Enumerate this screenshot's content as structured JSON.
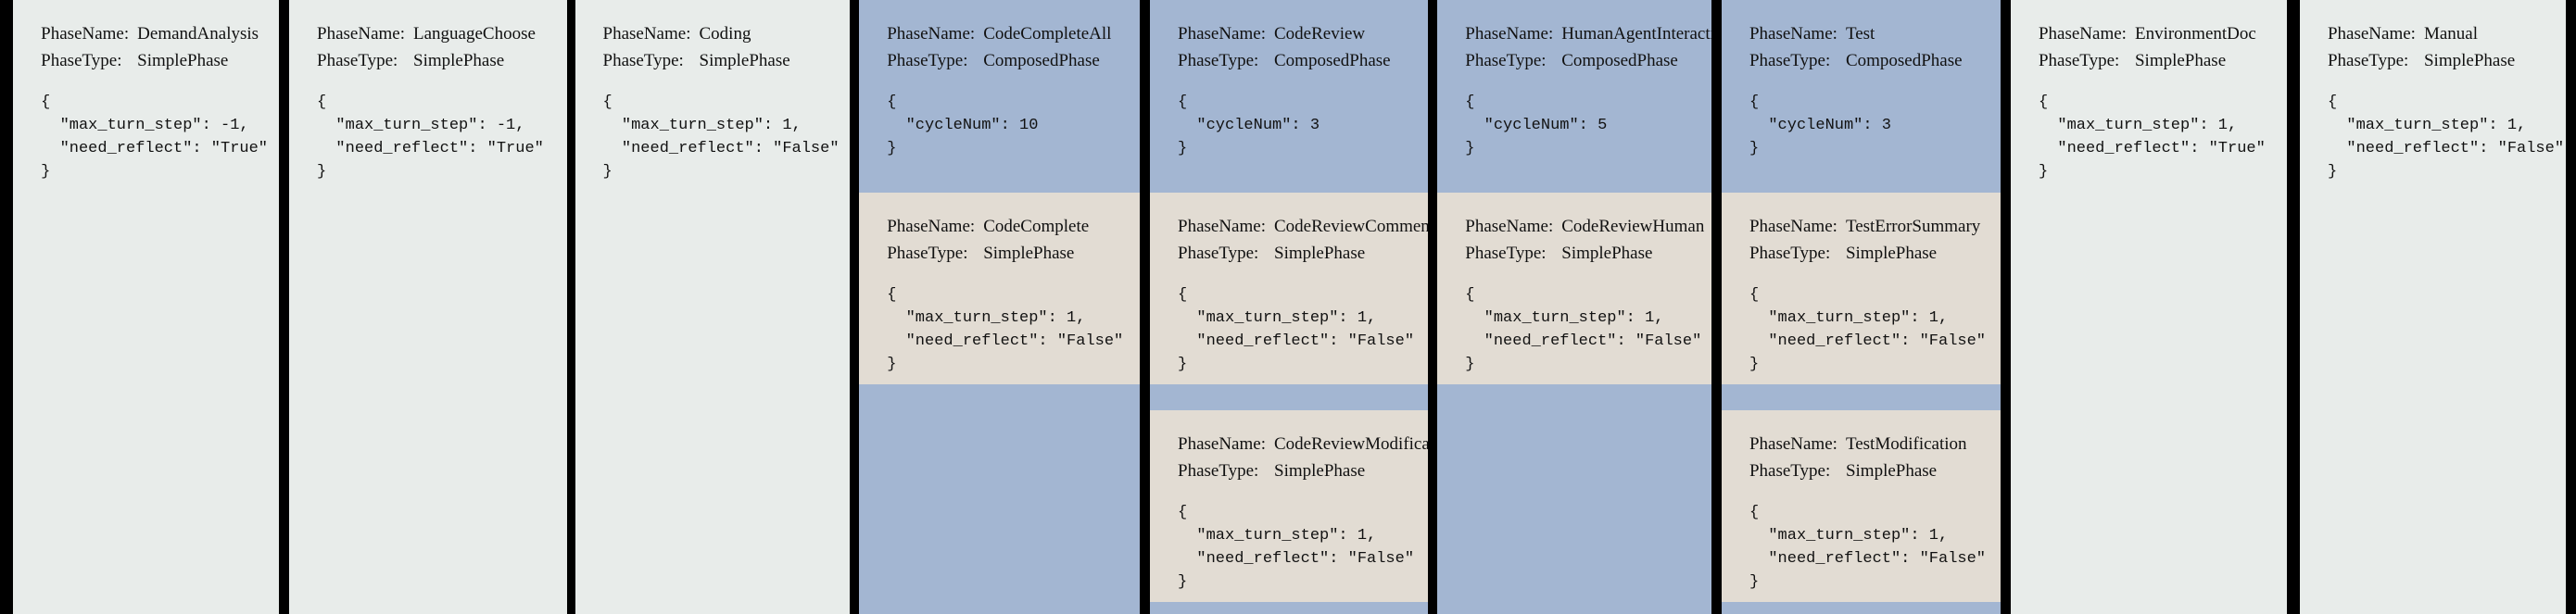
{
  "figure": {
    "background_color": "#000000",
    "simple_panel_color": "#e8ecea",
    "composed_panel_color": "#a3b6d2",
    "sub_phase_color": "#e2dcd3",
    "labels": {
      "phase_name": "PhaseName:",
      "phase_type": "PhaseType:"
    }
  },
  "panels": [
    {
      "id": "demand-analysis",
      "kind": "simple",
      "phase_name": "DemandAnalysis",
      "phase_type": "SimplePhase",
      "json": "{\n  \"max_turn_step\": -1,\n  \"need_reflect\": \"True\"\n}",
      "sub_phases": []
    },
    {
      "id": "language-choose",
      "kind": "simple",
      "phase_name": "LanguageChoose",
      "phase_type": "SimplePhase",
      "json": "{\n  \"max_turn_step\": -1,\n  \"need_reflect\": \"True\"\n}",
      "sub_phases": []
    },
    {
      "id": "coding",
      "kind": "simple",
      "phase_name": "Coding",
      "phase_type": "SimplePhase",
      "json": "{\n  \"max_turn_step\": 1,\n  \"need_reflect\": \"False\"\n}",
      "sub_phases": []
    },
    {
      "id": "code-complete-all",
      "kind": "composed",
      "phase_name": "CodeCompleteAll",
      "phase_type": "ComposedPhase",
      "json": "{\n  \"cycleNum\": 10\n}",
      "sub_phases": [
        {
          "id": "code-complete",
          "phase_name": "CodeComplete",
          "phase_type": "SimplePhase",
          "json": "{\n  \"max_turn_step\": 1,\n  \"need_reflect\": \"False\"\n}"
        }
      ]
    },
    {
      "id": "code-review",
      "kind": "composed",
      "phase_name": "CodeReview",
      "phase_type": "ComposedPhase",
      "json": "{\n  \"cycleNum\": 3\n}",
      "sub_phases": [
        {
          "id": "code-review-comment",
          "phase_name": "CodeReviewComment",
          "phase_type": "SimplePhase",
          "json": "{\n  \"max_turn_step\": 1,\n  \"need_reflect\": \"False\"\n}"
        },
        {
          "id": "code-review-modification",
          "phase_name": "CodeReviewModification",
          "phase_type": "SimplePhase",
          "json": "{\n  \"max_turn_step\": 1,\n  \"need_reflect\": \"False\"\n}"
        }
      ]
    },
    {
      "id": "human-agent-interaction",
      "kind": "composed",
      "phase_name": "HumanAgentInteraction",
      "phase_type": "ComposedPhase",
      "json": "{\n  \"cycleNum\": 5\n}",
      "sub_phases": [
        {
          "id": "code-review-human",
          "phase_name": "CodeReviewHuman",
          "phase_type": "SimplePhase",
          "json": "{\n  \"max_turn_step\": 1,\n  \"need_reflect\": \"False\"\n}"
        }
      ]
    },
    {
      "id": "test",
      "kind": "composed",
      "phase_name": "Test",
      "phase_type": "ComposedPhase",
      "json": "{\n  \"cycleNum\": 3\n}",
      "sub_phases": [
        {
          "id": "test-error-summary",
          "phase_name": "TestErrorSummary",
          "phase_type": "SimplePhase",
          "json": "{\n  \"max_turn_step\": 1,\n  \"need_reflect\": \"False\"\n}"
        },
        {
          "id": "test-modification",
          "phase_name": "TestModification",
          "phase_type": "SimplePhase",
          "json": "{\n  \"max_turn_step\": 1,\n  \"need_reflect\": \"False\"\n}"
        }
      ]
    },
    {
      "id": "environment-doc",
      "kind": "simple",
      "phase_name": "EnvironmentDoc",
      "phase_type": "SimplePhase",
      "json": "{\n  \"max_turn_step\": 1,\n  \"need_reflect\": \"True\"\n}",
      "sub_phases": []
    },
    {
      "id": "manual",
      "kind": "simple",
      "phase_name": "Manual",
      "phase_type": "SimplePhase",
      "json": "{\n  \"max_turn_step\": 1,\n  \"need_reflect\": \"False\"\n}",
      "sub_phases": []
    }
  ]
}
